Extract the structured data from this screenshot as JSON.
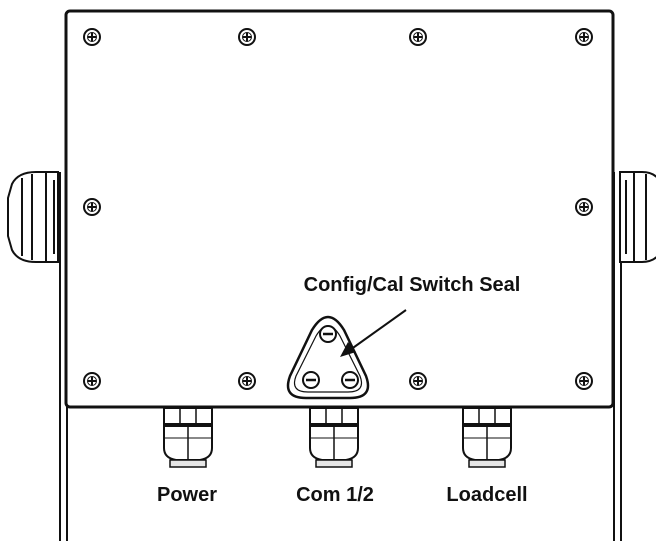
{
  "labels": {
    "seal": "Config/Cal Switch Seal",
    "power": "Power",
    "com": "Com 1/2",
    "loadcell": "Loadcell"
  },
  "colors": {
    "line": "#111111",
    "fill": "#ffffff",
    "gland_shade": "#e6e6e6"
  },
  "parts": {
    "panel_screws": 10,
    "seal_screws": 3,
    "cable_glands": 3,
    "side_knobs": 2
  }
}
